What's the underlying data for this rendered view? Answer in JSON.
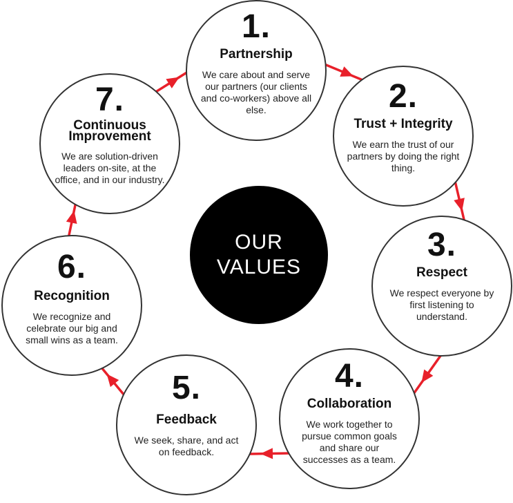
{
  "center": {
    "line1": "OUR",
    "line2": "VALUES"
  },
  "values": [
    {
      "number": "1.",
      "title": "Partnership",
      "description": "We care about and serve our partners (our clients and co-workers) above all else."
    },
    {
      "number": "2.",
      "title": "Trust + Integrity",
      "description": "We earn the trust of our partners by doing the right thing."
    },
    {
      "number": "3.",
      "title": "Respect",
      "description": "We respect everyone by first listening to understand."
    },
    {
      "number": "4.",
      "title": "Collaboration",
      "description": "We work together to pursue common goals and share our successes as a team."
    },
    {
      "number": "5.",
      "title": "Feedback",
      "description": "We seek, share, and act on feedback."
    },
    {
      "number": "6.",
      "title": "Recognition",
      "description": "We recognize and celebrate our big and small wins as a team."
    },
    {
      "number": "7.",
      "title": "Continuous Improvement",
      "description": "We are solution-driven leaders on-site, at the office, and in our industry."
    }
  ],
  "colors": {
    "arrow": "#e8202a",
    "center": "#000000"
  }
}
